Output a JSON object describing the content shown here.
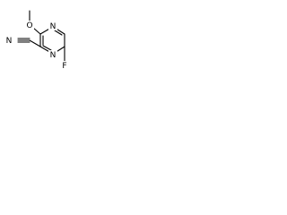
{
  "molecule": {
    "atoms": {
      "nitrile_n": "N",
      "ring_n_top": "N",
      "ring_n_bottom": "N",
      "methoxy_o": "O",
      "fluorine": "F"
    },
    "bond_color": "#000000",
    "background": "#ffffff"
  }
}
